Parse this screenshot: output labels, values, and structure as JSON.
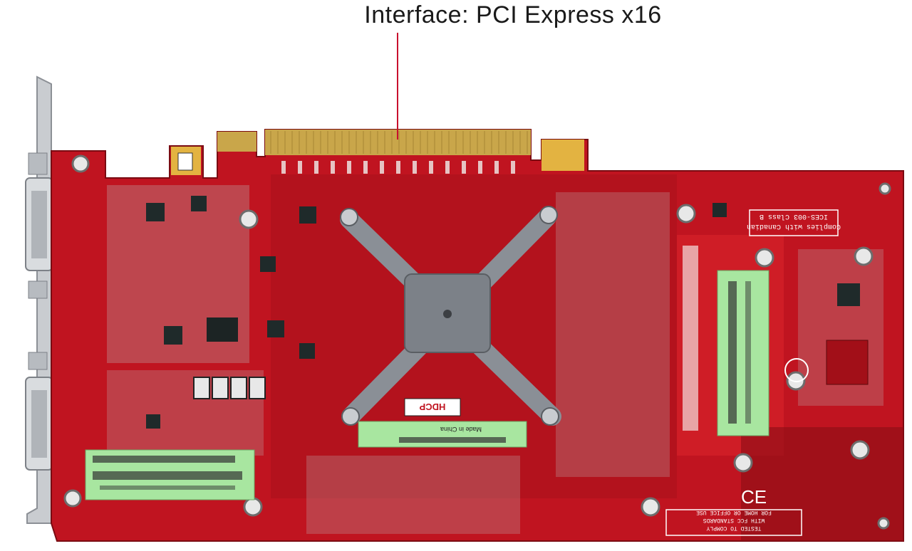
{
  "caption": {
    "text": "Interface: PCI Express x16"
  },
  "labels": {
    "made_in": "Made in China",
    "hdcp": "HDCP",
    "ce_mark": "CE",
    "fcc_line1": "TESTED TO COMPLY",
    "fcc_line2": "WITH FCC STANDARDS",
    "fcc_line3": "FOR HOME OR OFFICE USE",
    "ices_line1": "Complies with Canadian",
    "ices_line2": "ICES-003 Class B"
  },
  "colors": {
    "pcb_red": "#c01420",
    "pcb_dark": "#8a0e16",
    "gold": "#c9a64a",
    "bracket": "#c9ccd0",
    "sticker_green": "#a8e6a0",
    "heatsink": "#8a8f96",
    "pointer": "#c8102e"
  }
}
